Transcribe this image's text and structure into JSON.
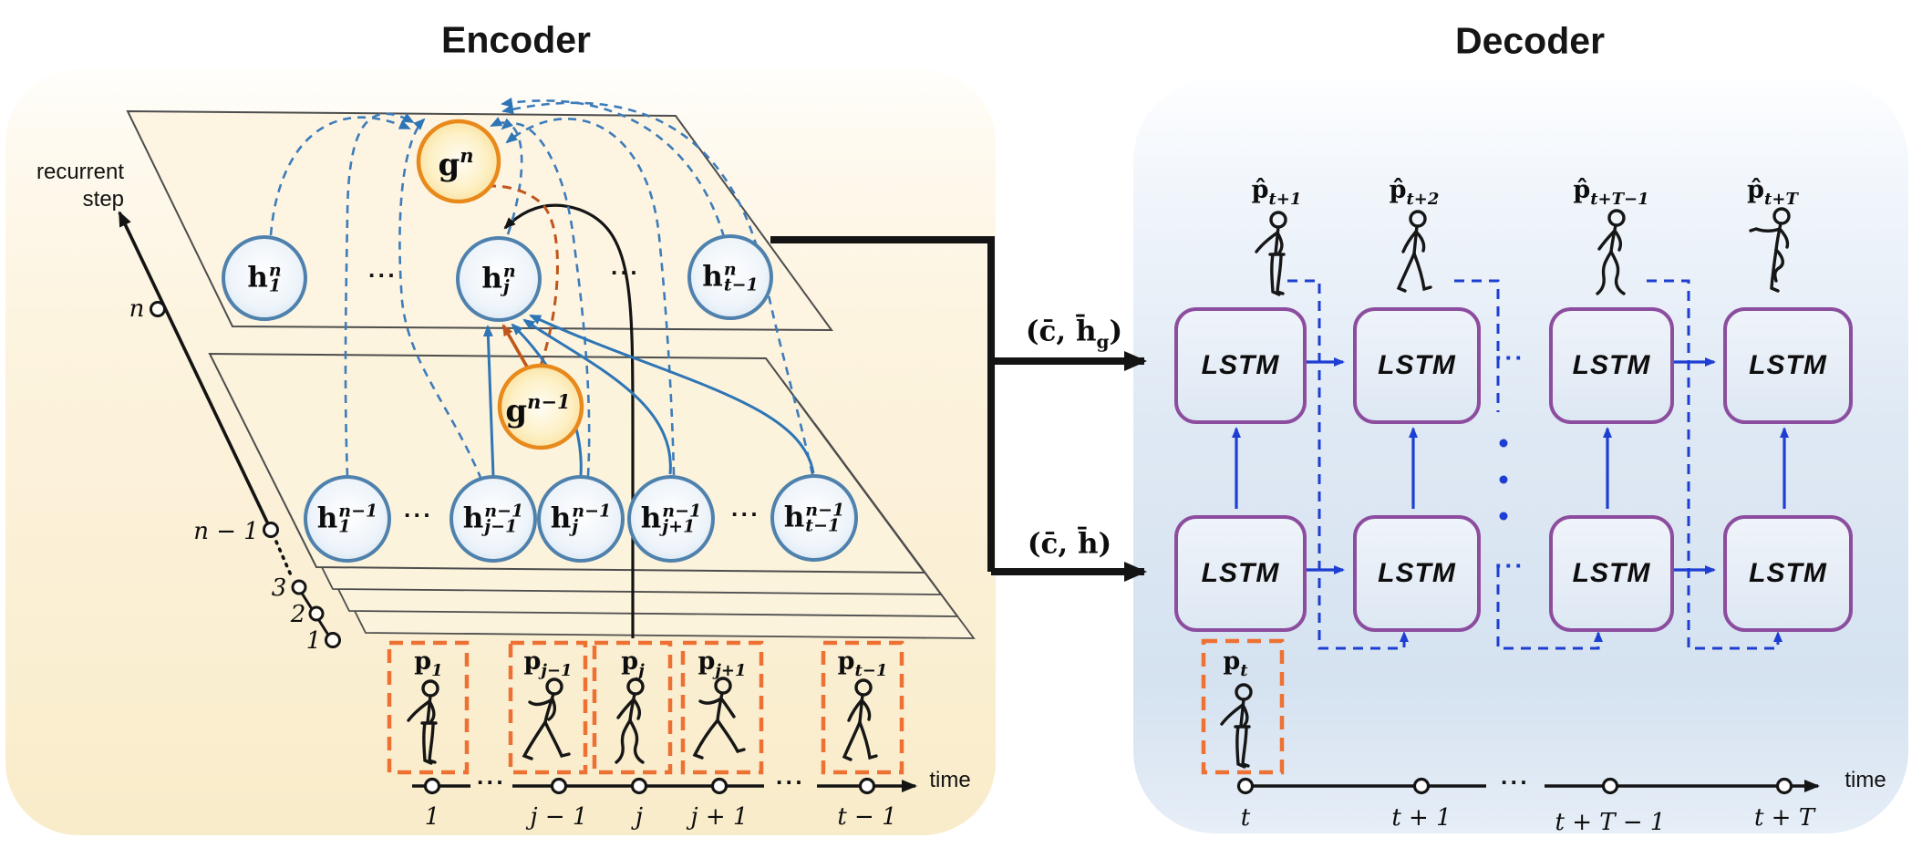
{
  "encoder": {
    "title": "Encoder",
    "recurrent_axis": {
      "label_line1": "recurrent",
      "label_line2": "step",
      "ticks": [
        "n",
        "n − 1",
        "3",
        "2",
        "1"
      ]
    },
    "g_top": {
      "base": "g",
      "sup": "n"
    },
    "g_bottom": {
      "base": "g",
      "sup": "n−1"
    },
    "top_nodes": [
      {
        "base": "h",
        "sup": "n",
        "sub": "1"
      },
      {
        "base": "h",
        "sup": "n",
        "sub": "j"
      },
      {
        "base": "h",
        "sup": "n",
        "sub": "t−1"
      }
    ],
    "bottom_nodes": [
      {
        "base": "h",
        "sup": "n−1",
        "sub": "1"
      },
      {
        "base": "h",
        "sup": "n−1",
        "sub": "j−1"
      },
      {
        "base": "h",
        "sup": "n−1",
        "sub": "j"
      },
      {
        "base": "h",
        "sup": "n−1",
        "sub": "j+1"
      },
      {
        "base": "h",
        "sup": "n−1",
        "sub": "t−1"
      }
    ],
    "ellipsis": "···",
    "inputs": [
      {
        "base": "p",
        "sub": "1"
      },
      {
        "base": "p",
        "sub": "j−1"
      },
      {
        "base": "p",
        "sub": "j"
      },
      {
        "base": "p",
        "sub": "j+1"
      },
      {
        "base": "p",
        "sub": "t−1"
      }
    ],
    "time_axis": {
      "label": "time",
      "ticks": [
        "1",
        "j − 1",
        "j",
        "j + 1",
        "t − 1"
      ],
      "ellipsis": "···"
    }
  },
  "transfer": {
    "top": {
      "main": "(c̄, h̄",
      "sub": "g",
      "close": ")"
    },
    "bottom": {
      "main": "(c̄, h̄",
      "sub": "",
      "close": ")"
    }
  },
  "decoder": {
    "title": "Decoder",
    "lstm_label": "LSTM",
    "ellipsis": "···",
    "predictions": [
      {
        "base": "p̂",
        "sub": "t+1"
      },
      {
        "base": "p̂",
        "sub": "t+2"
      },
      {
        "base": "p̂",
        "sub": "t+T−1"
      },
      {
        "base": "p̂",
        "sub": "t+T"
      }
    ],
    "input_box": {
      "base": "p",
      "sub": "t"
    },
    "time_axis": {
      "label": "time",
      "ticks": [
        "t",
        "t + 1",
        "t + T − 1",
        "t + T"
      ],
      "ellipsis": "···"
    }
  },
  "colors": {
    "encoder_bg": "#fcf3dc",
    "decoder_bg": "#dde8f4",
    "node_blue_border": "#4f81ad",
    "node_blue_fill": "#cfe0ef",
    "node_orange_border": "#e8891c",
    "node_orange_fill": "#fad47c",
    "steel_blue": "#2e75b6",
    "royal_blue": "#1d3ed2",
    "purple": "#8c4d9f",
    "orange_dash": "#ed7133",
    "brown": "#c0561b",
    "ink": "#111111"
  }
}
